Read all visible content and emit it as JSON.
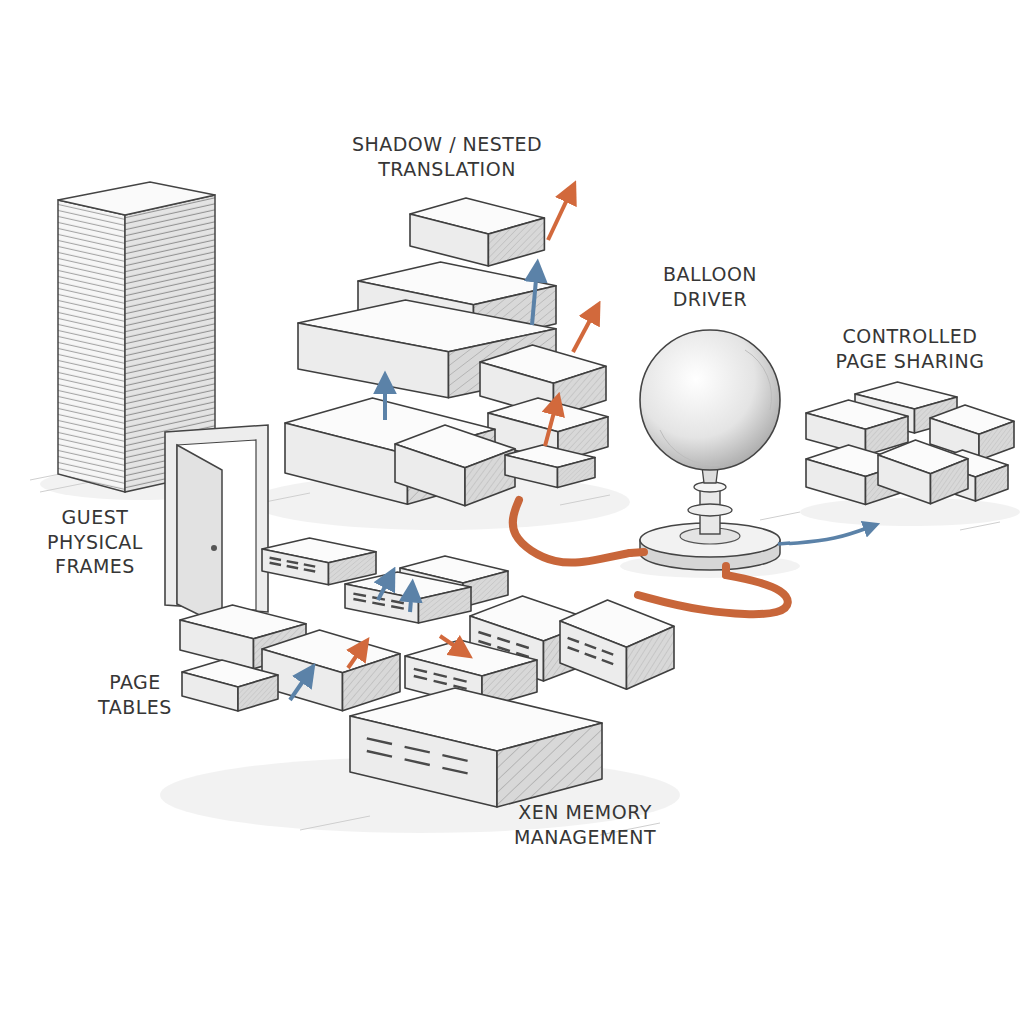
{
  "diagram": {
    "nodes": [
      {
        "text": [
          "SHADOW / NESTED TRANSLATION"
        ]
      },
      {
        "text": [
          "BALLOON DRIVER"
        ]
      },
      {
        "text": [
          "CONTROLLED PAGE SHARING"
        ]
      },
      {
        "text": [
          "GUEST PHYSICAL FRAMES"
        ]
      },
      {
        "text": [
          "PAGE TABLES"
        ]
      },
      {
        "text": [
          "XEN MEMORY MANAGEMENT"
        ]
      }
    ],
    "edges": [
      {
        "from": 0,
        "to": 1,
        "arrow": "none"
      },
      {
        "from": 1,
        "to": 5,
        "arrow": "none"
      },
      {
        "from": 1,
        "to": 2,
        "arrow": "to"
      }
    ]
  }
}
